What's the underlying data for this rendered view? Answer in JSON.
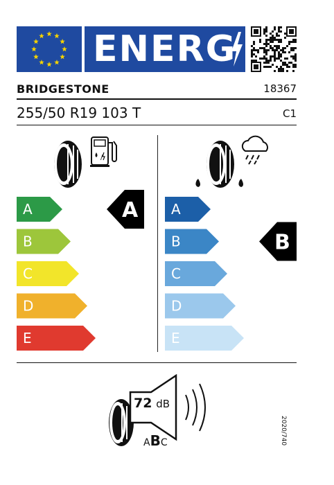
{
  "header": {
    "energy_word": "ENERG"
  },
  "supplier": {
    "brand": "BRIDGESTONE",
    "product_id": "18367"
  },
  "tyre": {
    "size_designation": "255/50 R19 103 T",
    "tyre_class": "C1"
  },
  "fuel_efficiency": {
    "icon": "fuel-pump-icon",
    "classes": [
      "A",
      "B",
      "C",
      "D",
      "E"
    ],
    "class_colors": [
      "#2c9a47",
      "#9dc63b",
      "#f2e52a",
      "#f0b12c",
      "#e03a2f"
    ],
    "rating": "A"
  },
  "wet_grip": {
    "icon": "rain-cloud-icon",
    "classes": [
      "A",
      "B",
      "C",
      "D",
      "E"
    ],
    "class_colors": [
      "#1c5fa8",
      "#3b86c6",
      "#69a8dc",
      "#9bc8ec",
      "#c8e3f6"
    ],
    "rating": "B"
  },
  "noise": {
    "value": "72",
    "unit": "dB",
    "classes": [
      "A",
      "B",
      "C"
    ],
    "rating": "B"
  },
  "regulation": "2020/740"
}
